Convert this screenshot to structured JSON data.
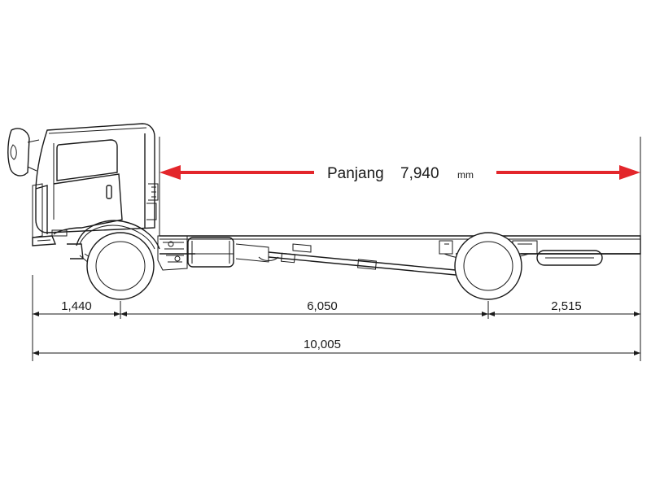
{
  "total_length": {
    "label": "Panjang",
    "value": "7,940",
    "unit": "mm",
    "arrow_color": "#e3262b"
  },
  "dimensions": {
    "front_overhang": "1,440",
    "wheelbase": "6,050",
    "rear_overhang": "2,515",
    "overall": "10,005"
  },
  "colors": {
    "line": "#1a1a1a",
    "background": "#ffffff"
  }
}
